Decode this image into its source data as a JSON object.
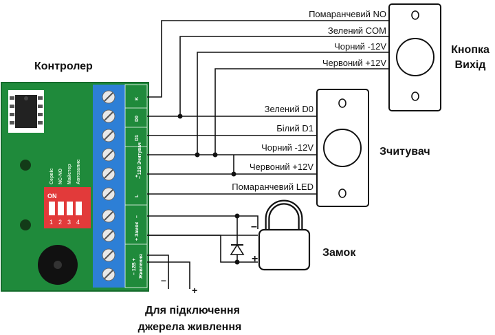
{
  "labels": {
    "controller": "Контролер",
    "button_title_line1": "Кнопка",
    "button_title_line2": "Вихід",
    "reader_title": "Зчитувач",
    "lock_title": "Замок",
    "power_line1": "Для підключення",
    "power_line2": "джерела живлення",
    "dip_on": "ON",
    "dip_numbers": [
      "1",
      "2",
      "3",
      "4"
    ],
    "dip_modes": [
      "Сервіс",
      "NC-NO",
      "Майстер",
      "Автозапис"
    ],
    "lock_minus": "–",
    "lock_plus": "+",
    "power_minus": "–",
    "power_plus": "+"
  },
  "button_wires": [
    "Помаранчевий NO",
    "Зелений COM",
    "Чорний -12V",
    "Червоний +12V"
  ],
  "reader_wires": [
    "Зелений D0",
    "Білий D1",
    "Чорний -12V",
    "Червоний +12V",
    "Помаранчевий LED"
  ],
  "terminal_labels": [
    "K",
    "D0",
    "D1",
    "– 12В Зчитувач",
    "+",
    "L",
    "–",
    "+ Замок",
    "– 12В +",
    "Живлення"
  ],
  "colors": {
    "pcb": "#1f8a3b",
    "pcb_edge": "#146b2b",
    "terminal_block": "#2d7fd6",
    "dip": "#e23a3a",
    "wire": "#111111"
  }
}
